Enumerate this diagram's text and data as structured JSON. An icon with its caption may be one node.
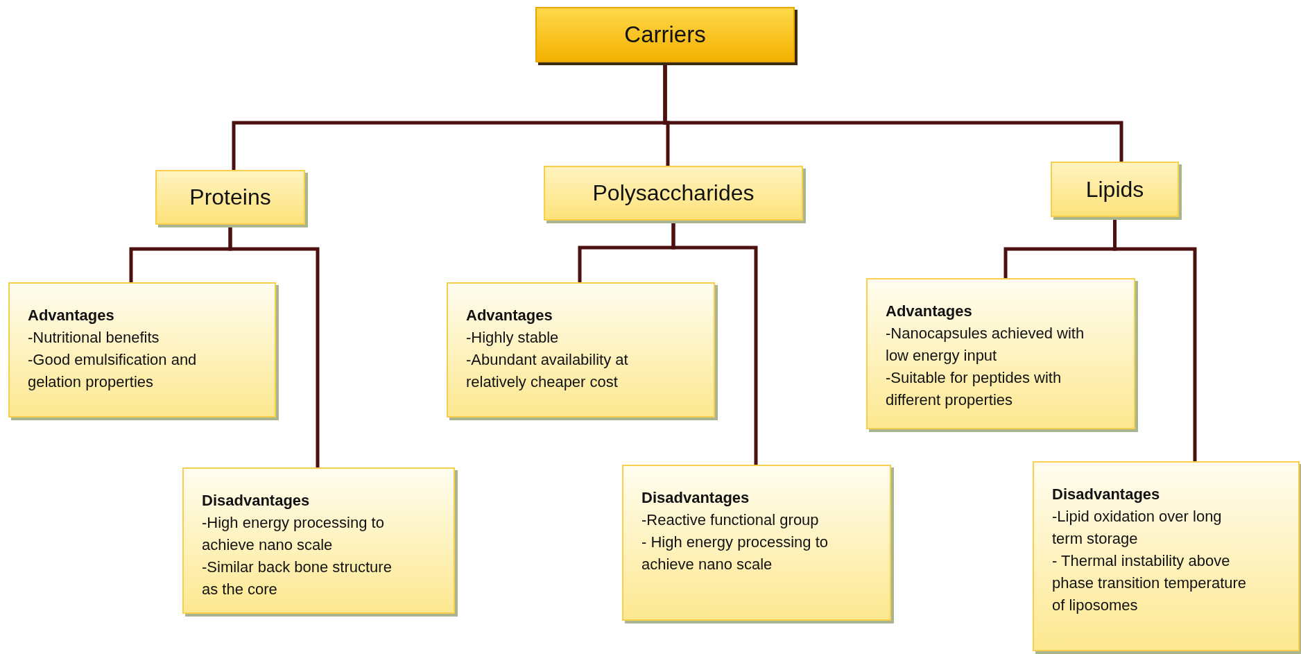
{
  "diagram": {
    "nodes": [
      {
        "text": [
          "Carriers"
        ]
      },
      {
        "text": [
          "Proteins"
        ]
      },
      {
        "text": [
          "Polysaccharides"
        ]
      },
      {
        "text": [
          "Lipids"
        ]
      },
      {
        "text": [
          "Advantages",
          "-Nutritional benefits",
          "-Good emulsification and gelation properties"
        ]
      },
      {
        "text": [
          "Disadvantages",
          "-High energy processing to achieve nano scale",
          "-Similar back bone structure as the core"
        ]
      },
      {
        "text": [
          "Advantages",
          "-Highly stable",
          "-Abundant availability at relatively cheaper cost"
        ]
      },
      {
        "text": [
          "Disadvantages",
          "-Reactive functional group",
          "- High energy processing to achieve nano scale"
        ]
      },
      {
        "text": [
          "Advantages",
          "-Nanocapsules achieved with low energy input",
          "-Suitable for peptides with different properties"
        ]
      },
      {
        "text": [
          "Disadvantages",
          "-Lipid oxidation over long term storage",
          "- Thermal instability above phase transition temperature of liposomes"
        ]
      }
    ],
    "edges": [
      {
        "from": 0,
        "to": 1,
        "arrow": "none"
      },
      {
        "from": 0,
        "to": 2,
        "arrow": "none"
      },
      {
        "from": 0,
        "to": 3,
        "arrow": "none"
      },
      {
        "from": 1,
        "to": 4,
        "arrow": "none"
      },
      {
        "from": 1,
        "to": 5,
        "arrow": "none"
      },
      {
        "from": 2,
        "to": 6,
        "arrow": "none"
      },
      {
        "from": 2,
        "to": 7,
        "arrow": "none"
      },
      {
        "from": 3,
        "to": 8,
        "arrow": "none"
      },
      {
        "from": 3,
        "to": 9,
        "arrow": "none"
      }
    ]
  }
}
